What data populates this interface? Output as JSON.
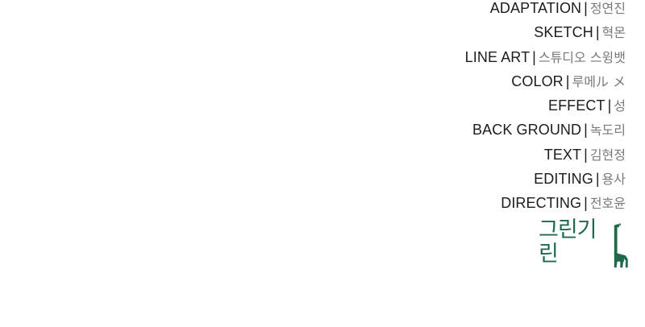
{
  "credits": [
    {
      "role": "ADAPTATION",
      "separator": "|",
      "name": "정연진"
    },
    {
      "role": "SKETCH",
      "separator": "|",
      "name": "혁몬"
    },
    {
      "role": "LINE ART",
      "separator": "|",
      "name": "스튜디오 스윙뱃"
    },
    {
      "role": "COLOR",
      "separator": "|",
      "name": "루메ル メ"
    },
    {
      "role": "EFFECT",
      "separator": "|",
      "name": "성"
    },
    {
      "role": "BACK GROUND",
      "separator": "|",
      "name": "녹도리"
    },
    {
      "role": "TEXT",
      "separator": "|",
      "name": "김현정"
    },
    {
      "role": "EDITING",
      "separator": "|",
      "name": "용사"
    },
    {
      "role": "DIRECTING",
      "separator": "|",
      "name": "전호윤"
    }
  ],
  "logo": {
    "text": "그린기린",
    "icon": "giraffe-icon",
    "color": "#1e6a4a"
  }
}
